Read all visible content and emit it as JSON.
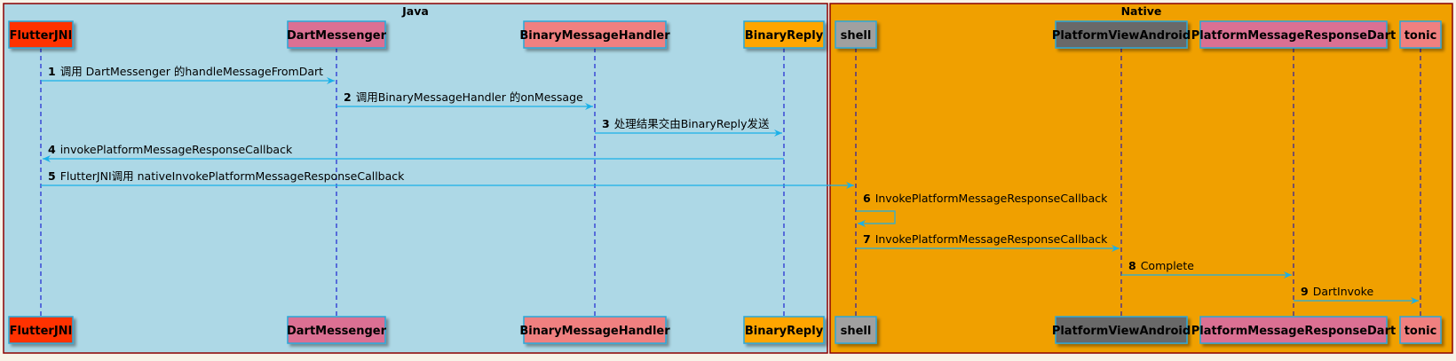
{
  "groups": [
    {
      "id": "java",
      "title": "Java",
      "fill": "#add8e6",
      "border": "#8b0000"
    },
    {
      "id": "native",
      "title": "Native",
      "fill": "#f0a000",
      "border": "#8b0000"
    }
  ],
  "participants": [
    {
      "id": "flutterjni",
      "label": "FlutterJNI",
      "color": "#ff3300"
    },
    {
      "id": "dartmessenger",
      "label": "DartMessenger",
      "color": "#db7093"
    },
    {
      "id": "binarymessagehandler",
      "label": "BinaryMessageHandler",
      "color": "#f08080"
    },
    {
      "id": "binaryreply",
      "label": "BinaryReply",
      "color": "#ffa500"
    },
    {
      "id": "shell",
      "label": "shell",
      "color": "#a0a0a0"
    },
    {
      "id": "platformviewandroid",
      "label": "PlatformViewAndroid",
      "color": "#696969"
    },
    {
      "id": "platformmessageresponsedart",
      "label": "PlatformMessageResponseDart",
      "color": "#db7093"
    },
    {
      "id": "tonic",
      "label": "tonic",
      "color": "#f08080"
    }
  ],
  "messages": [
    {
      "num": "1",
      "text": "调用 DartMessenger 的handleMessageFromDart",
      "from": "flutterjni",
      "to": "dartmessenger"
    },
    {
      "num": "2",
      "text": "调用BinaryMessageHandler 的onMessage",
      "from": "dartmessenger",
      "to": "binarymessagehandler"
    },
    {
      "num": "3",
      "text": "处理结果交由BinaryReply发送",
      "from": "binarymessagehandler",
      "to": "binaryreply"
    },
    {
      "num": "4",
      "text": "invokePlatformMessageResponseCallback",
      "from": "binaryreply",
      "to": "flutterjni"
    },
    {
      "num": "5",
      "text": "FlutterJNI调用 nativeInvokePlatformMessageResponseCallback",
      "from": "flutterjni",
      "to": "shell"
    },
    {
      "num": "6",
      "text": "InvokePlatformMessageResponseCallback",
      "from": "shell",
      "to": "shell"
    },
    {
      "num": "7",
      "text": "InvokePlatformMessageResponseCallback",
      "from": "shell",
      "to": "platformviewandroid"
    },
    {
      "num": "8",
      "text": "Complete",
      "from": "platformviewandroid",
      "to": "platformmessageresponsedart"
    },
    {
      "num": "9",
      "text": "DartInvoke",
      "from": "platformmessageresponsedart",
      "to": "tonic"
    }
  ],
  "colors": {
    "arrow": "#1ab0e8",
    "lifeline": "#0000cd",
    "box_border": "#2aa7d8"
  }
}
